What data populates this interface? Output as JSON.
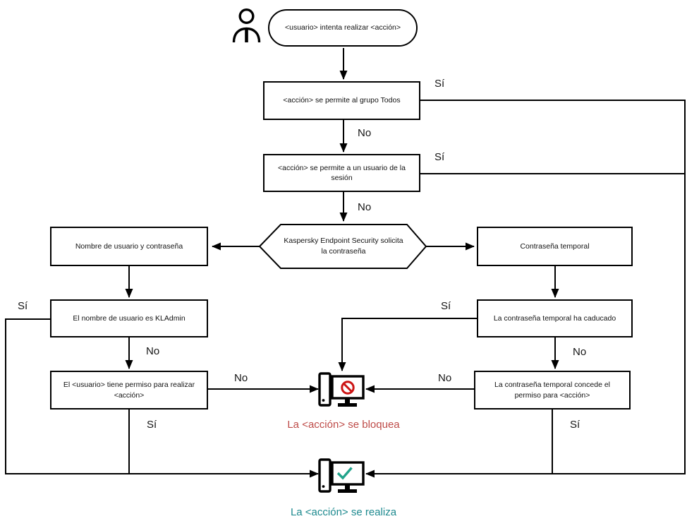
{
  "diagram": {
    "title_hint": "Flujo de autorizacion de contrasena de Kaspersky Endpoint Security",
    "labels": {
      "yes": "Sí",
      "no": "No"
    },
    "nodes": {
      "start": "<usuario> intenta realizar <acción>",
      "grupo_todos": "<acción> se permite al grupo Todos",
      "usuario_sesion": "<acción> se permite a un usuario de la sesión",
      "solicita_contrasena": "Kaspersky Endpoint Security solicita la contraseña",
      "nombre_usuario_contrasena": "Nombre de usuario y contraseña",
      "contrasena_temporal": "Contraseña temporal",
      "nombre_kladmin": "El nombre de usuario es KLAdmin",
      "usuario_tiene_permiso": "El <usuario> tiene permiso para realizar <acción>",
      "temporal_caducado": "La contraseña temporal ha caducado",
      "temporal_concede": "La contraseña temporal concede el permiso para <acción>"
    },
    "outcomes": {
      "blocked": "La <acción> se bloquea",
      "success": "La <acción> se realiza"
    },
    "icons": {
      "actor": "user-icon",
      "blocked": "blocked-computer-icon",
      "blocked_badge": "prohibited-icon",
      "success": "success-computer-icon",
      "success_badge": "check-icon"
    },
    "colors": {
      "blocked_text": "#BE4B48",
      "success_text": "#1E8A8F",
      "prohibited_icon": "#CC1414",
      "check_icon": "#21A38B",
      "line": "#000000"
    }
  }
}
